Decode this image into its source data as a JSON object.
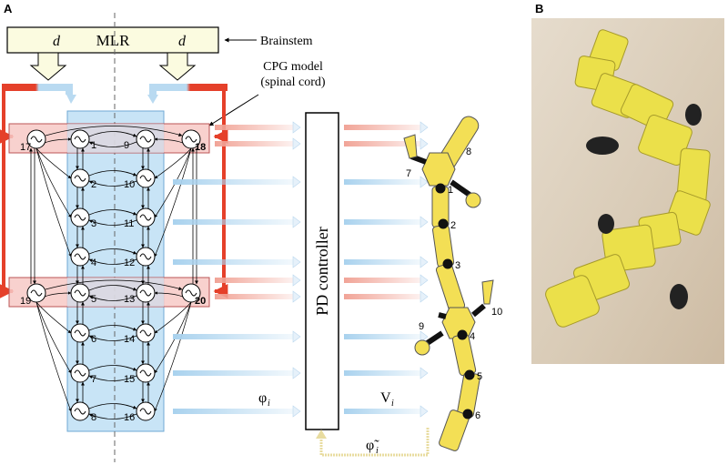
{
  "panels": {
    "a": "A",
    "b": "B"
  },
  "labels": {
    "mlr": "MLR",
    "drive_left": "d",
    "drive_right": "d",
    "brainstem": "Brainstem",
    "cpg_line1": "CPG model",
    "cpg_line2": "(spinal cord)",
    "pd": "PD controller",
    "phi": "φ",
    "phi_sub": "i",
    "v": "V",
    "v_sub": "i",
    "phi_tilde": "φ̃",
    "phi_tilde_sub": "i"
  },
  "cpg": {
    "body_left": [
      "1",
      "2",
      "3",
      "4",
      "5",
      "6",
      "7",
      "8"
    ],
    "body_right": [
      "9",
      "10",
      "11",
      "12",
      "13",
      "14",
      "15",
      "16"
    ],
    "limbs": [
      "17",
      "18",
      "19",
      "20"
    ]
  },
  "robot": {
    "joints": [
      "1",
      "2",
      "3",
      "4",
      "5",
      "6"
    ],
    "limb_joints": [
      "7",
      "8",
      "9",
      "10"
    ]
  },
  "colors": {
    "mlr_fill": "#fbfbe0",
    "cpg_fill": "#c8e4f6",
    "limb_fill": "#f7c9c6",
    "red_arrow": "#e5402a",
    "blue_arrow": "#a9d2ee",
    "robot_yellow": "#f3df55"
  }
}
